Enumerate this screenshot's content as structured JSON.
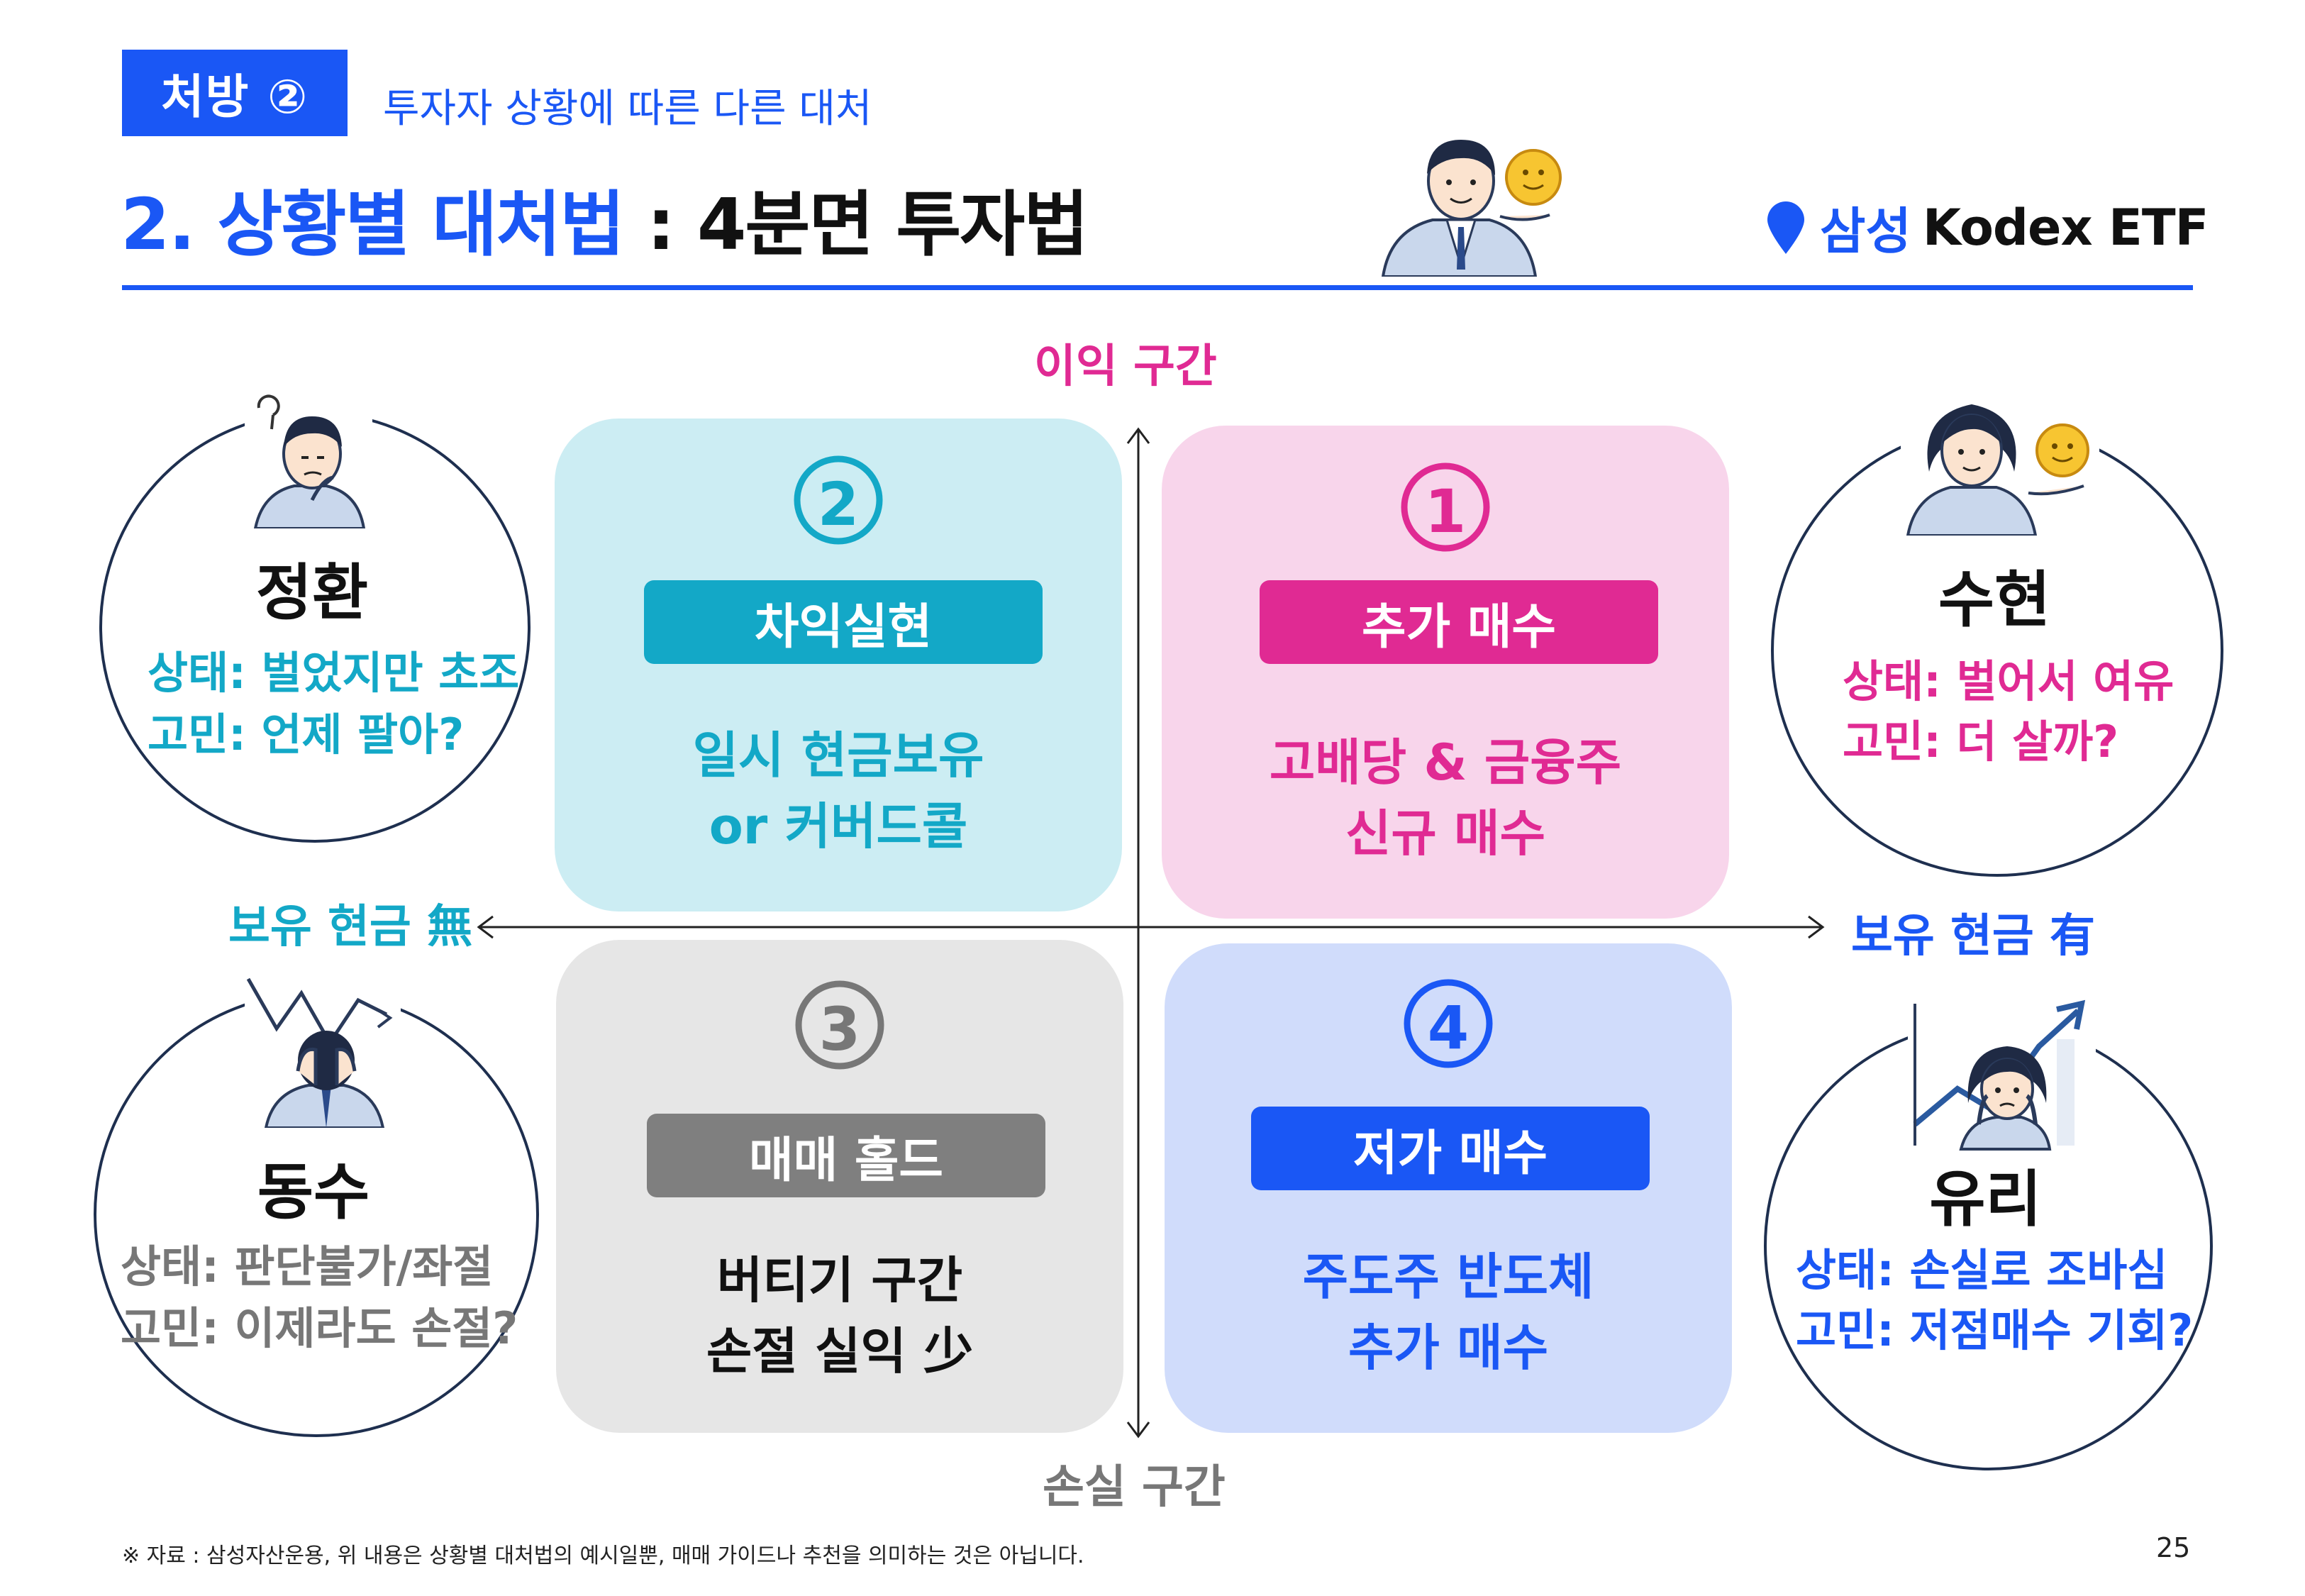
{
  "header": {
    "badge": "처방 ②",
    "subtitle": "투자자 상황에 따른 다른 대처",
    "title_blue": "2. 상황별 대처법",
    "title_black": " : 4분면 투자법",
    "brand_name": "삼성",
    "brand_product": "Kodex ETF"
  },
  "axes": {
    "top": "이익 구간",
    "bottom": "손실 구간",
    "left": "보유 현금 無",
    "right": "보유 현금 有"
  },
  "quadrants": [
    {
      "number": "①",
      "action": "추가 매수",
      "line1": "고배당 & 금융주",
      "line2": "신규 매수"
    },
    {
      "number": "②",
      "action": "차익실현",
      "line1": "일시 현금보유",
      "line2": "or 커버드콜"
    },
    {
      "number": "③",
      "action": "매매 홀드",
      "line1": "버티기 구간",
      "line2": "손절 실익 少"
    },
    {
      "number": "④",
      "action": "저가 매수",
      "line1": "주도주 반도체",
      "line2": "추가 매수"
    }
  ],
  "personas": [
    {
      "name": "정환",
      "status": "상태: 벌었지만 초조",
      "worry": "고민: 언제 팔아?"
    },
    {
      "name": "수현",
      "status": "상태: 벌어서 여유",
      "worry": "고민: 더 살까?"
    },
    {
      "name": "동수",
      "status": "상태: 판단불가/좌절",
      "worry": "고민: 이제라도 손절?"
    },
    {
      "name": "유리",
      "status": "상태: 손실로 조바심",
      "worry": "고민: 저점매수 기회?"
    }
  ],
  "colors": {
    "accent_blue": "#1a57f5",
    "pink": "#e02a93",
    "cyan": "#13a8c7",
    "gray": "#777777"
  },
  "footer": {
    "note": "※ 자료 : 삼성자산운용, 위 내용은 상황별 대처법의 예시일뿐, 매매 가이드나 추천을 의미하는 것은 아닙니다.",
    "page": "25"
  }
}
